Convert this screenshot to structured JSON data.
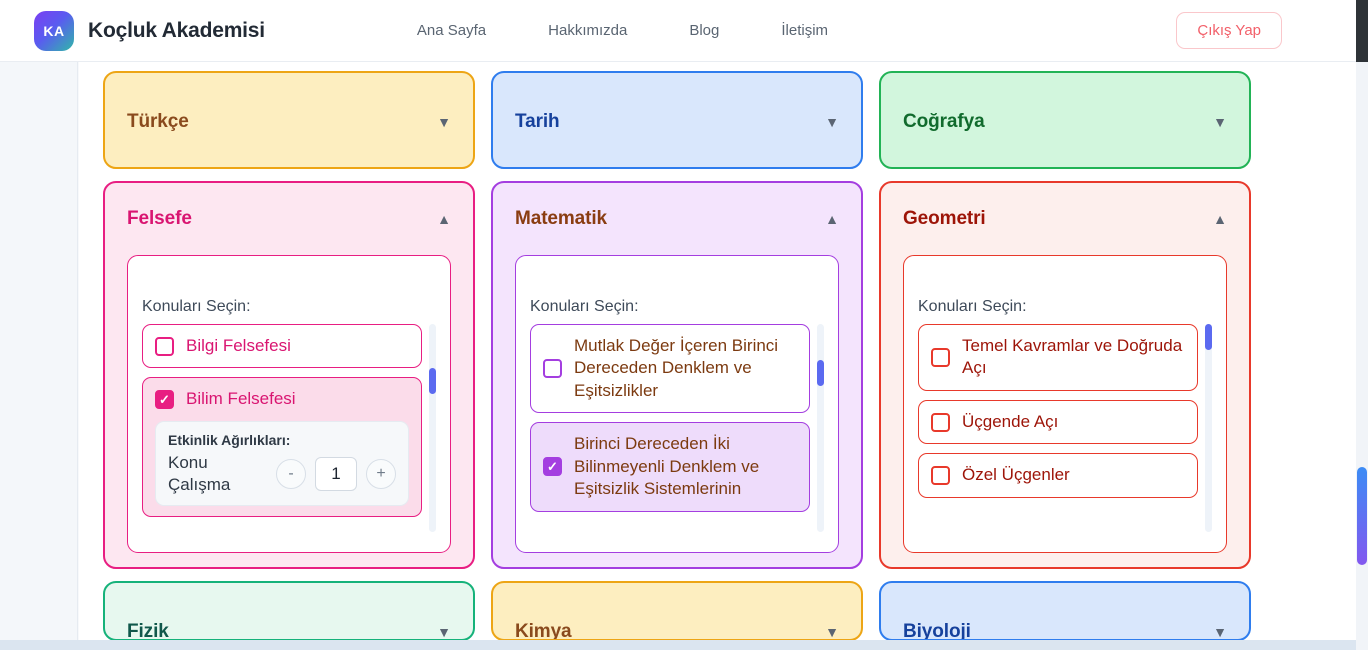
{
  "header": {
    "logo_text": "KA",
    "brand_title": "Koçluk Akademisi",
    "nav": [
      {
        "label": "Ana Sayfa"
      },
      {
        "label": "Hakkımızda"
      },
      {
        "label": "Blog"
      },
      {
        "label": "İletişim"
      }
    ],
    "logout_label": "Çıkış Yap"
  },
  "labels": {
    "select_topics": "Konuları Seçin:",
    "weights_title": "Etkinlik Ağırlıkları:",
    "caret_down": "▼",
    "caret_up": "▲",
    "check_glyph": "✓",
    "minus": "-",
    "plus": "+"
  },
  "cards": {
    "turkce": {
      "title": "Türkçe",
      "state": "collapsed",
      "caret": "▼"
    },
    "tarih": {
      "title": "Tarih",
      "state": "collapsed",
      "caret": "▼"
    },
    "cografya": {
      "title": "Coğrafya",
      "state": "collapsed",
      "caret": "▼"
    },
    "felsefe": {
      "title": "Felsefe",
      "state": "expanded",
      "caret": "▲"
    },
    "matematik": {
      "title": "Matematik",
      "state": "expanded",
      "caret": "▲"
    },
    "geometri": {
      "title": "Geometri",
      "state": "expanded",
      "caret": "▲"
    },
    "fizik": {
      "title": "Fizik",
      "state": "collapsed",
      "caret": "▼"
    },
    "kimya": {
      "title": "Kimya",
      "state": "collapsed",
      "caret": "▼"
    },
    "biyoloji": {
      "title": "Biyoloji",
      "state": "collapsed",
      "caret": "▼"
    }
  },
  "felsefe_topics": [
    {
      "label": "Bilgi Felsefesi",
      "checked": false
    },
    {
      "label": "Bilim Felsefesi",
      "checked": true
    }
  ],
  "felsefe_weights": {
    "title": "Etkinlik Ağırlıkları:",
    "rows": [
      {
        "name": "Konu Çalışma",
        "value": "1"
      }
    ]
  },
  "matematik_topics": [
    {
      "label": "Mutlak Değer İçeren Birinci Dereceden Denklem ve Eşitsizlikler",
      "checked": false
    },
    {
      "label": "Birinci Dereceden İki Bilinmeyenli Denklem ve Eşitsizlik Sistemlerinin",
      "checked": true
    }
  ],
  "geometri_topics": [
    {
      "label": "Temel Kavramlar ve Doğruda Açı",
      "checked": false
    },
    {
      "label": "Üçgende Açı",
      "checked": false
    },
    {
      "label": "Özel Üçgenler",
      "checked": false
    }
  ],
  "colors": {
    "yellow_border": "#eda515",
    "blue_border": "#2f7dee",
    "green_border": "#22b356",
    "teal_border": "#16b27a",
    "pink_border": "#e81e82",
    "purple_border": "#a43ee0",
    "red_border": "#e8392b",
    "logout_text": "#f2606a",
    "scroll_thumb": "#5b6af0"
  }
}
